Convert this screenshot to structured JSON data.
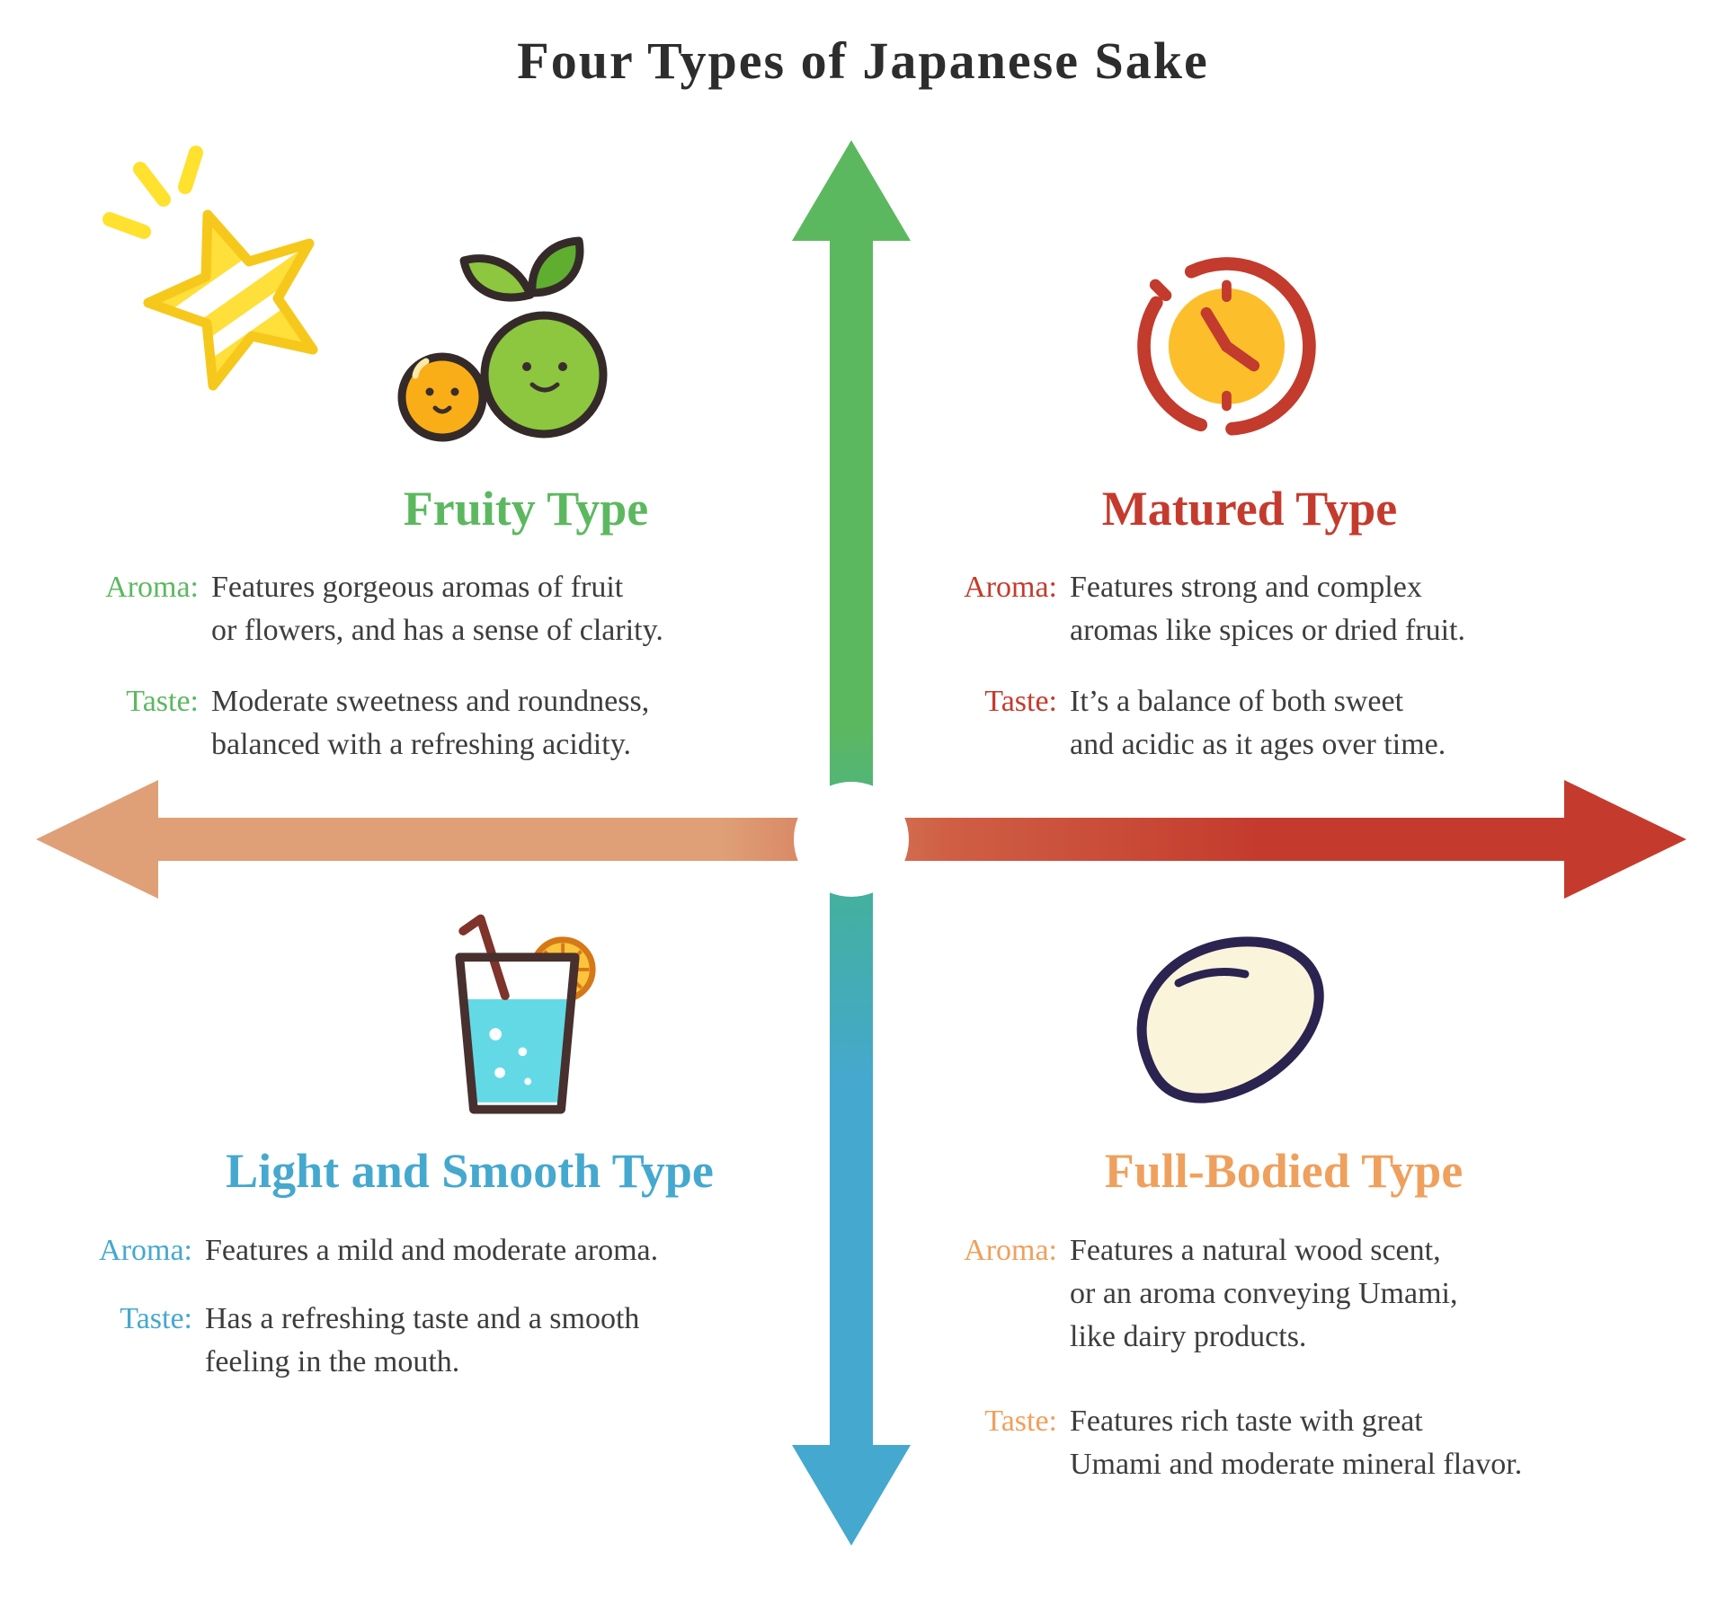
{
  "title": "Four Types of Japanese Sake",
  "colors": {
    "green": "#5cb85f",
    "red": "#c43b2d",
    "blue": "#45a8cf",
    "orange": "#efa05d",
    "tan": "#dfa077",
    "text": "#3d3d3d",
    "title_text": "#2d2d2d"
  },
  "quadrants": {
    "fruity": {
      "title": "Fruity Type",
      "icon": "sparkle-star-icon, fruits-icon",
      "aroma_label": "Aroma:",
      "aroma_lines": [
        "Features gorgeous aromas of fruit",
        "or flowers, and has a sense of clarity."
      ],
      "taste_label": "Taste:",
      "taste_lines": [
        "Moderate sweetness and roundness,",
        "balanced with a refreshing acidity."
      ]
    },
    "matured": {
      "title": "Matured Type",
      "icon": "clock-icon",
      "aroma_label": "Aroma:",
      "aroma_lines": [
        "Features strong and complex",
        "aromas like spices or dried fruit."
      ],
      "taste_label": "Taste:",
      "taste_lines": [
        "It’s a balance of both sweet",
        "and acidic as it ages over time."
      ]
    },
    "light": {
      "title": "Light and Smooth Type",
      "icon": "drink-glass-icon",
      "aroma_label": "Aroma:",
      "aroma_lines": [
        "Features a mild and moderate aroma."
      ],
      "taste_label": "Taste:",
      "taste_lines": [
        "Has a refreshing taste and a smooth",
        "feeling in the mouth."
      ]
    },
    "full": {
      "title": "Full-Bodied Type",
      "icon": "rice-grain-icon",
      "aroma_label": "Aroma:",
      "aroma_lines": [
        "Features a natural wood scent,",
        "or an aroma conveying Umami,",
        "like dairy products."
      ],
      "taste_label": "Taste:",
      "taste_lines": [
        "Features rich taste with great",
        "Umami and moderate mineral flavor."
      ]
    }
  }
}
